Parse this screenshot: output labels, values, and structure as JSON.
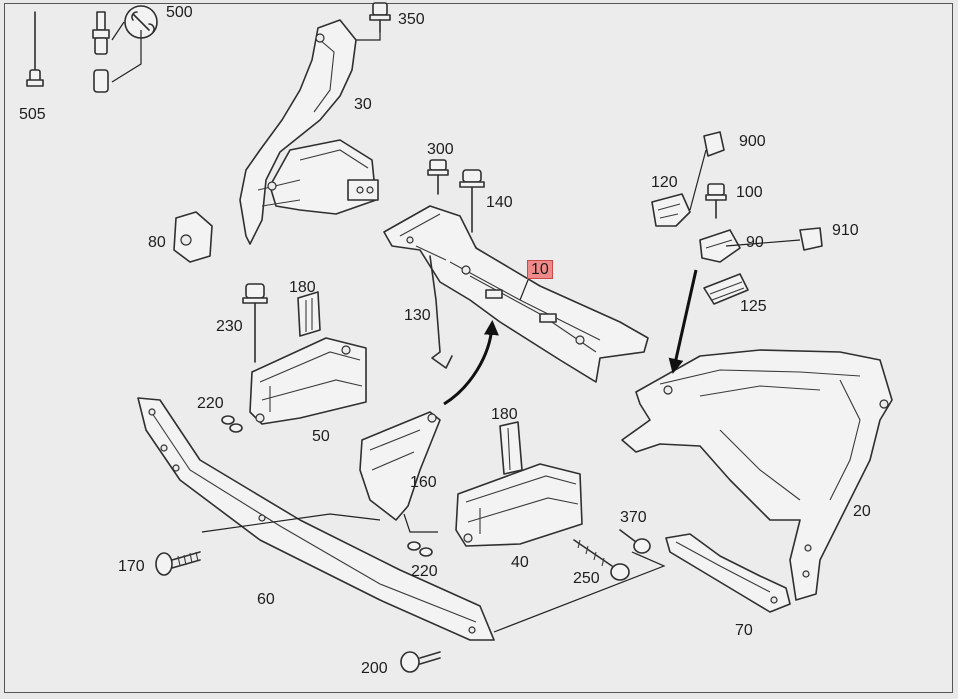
{
  "callouts": {
    "c505": "505",
    "c500": "500",
    "c350": "350",
    "c30": "30",
    "c300": "300",
    "c140": "140",
    "c10": "10",
    "c900": "900",
    "c120": "120",
    "c100": "100",
    "c910": "910",
    "c90": "90",
    "c125": "125",
    "c80": "80",
    "c180a": "180",
    "c230": "230",
    "c130": "130",
    "c220a": "220",
    "c50": "50",
    "c180b": "180",
    "c160": "160",
    "c20": "20",
    "c370": "370",
    "c170": "170",
    "c40": "40",
    "c220b": "220",
    "c250": "250",
    "c60": "60",
    "c70": "70",
    "c200": "200"
  },
  "highlight": {
    "part": "10",
    "color": "#f08a8a"
  }
}
